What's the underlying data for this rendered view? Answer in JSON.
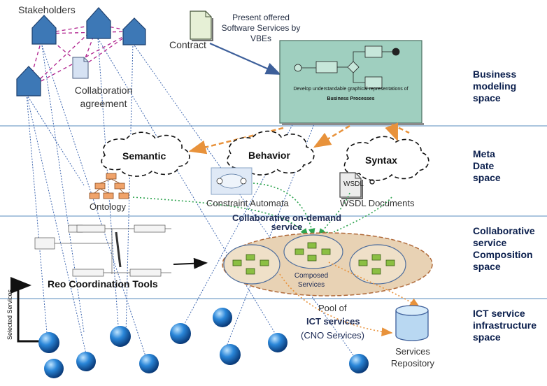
{
  "layers": {
    "business": "Business modeling space",
    "meta": "Meta Date space",
    "composition": "Collaborative service Composition space",
    "ict": "ICT service infrastructure space"
  },
  "labels": {
    "stakeholders": "Stakeholders",
    "contract": "Contract",
    "collaboration_agreement": "Collaboration agreement",
    "present_offered": "Present offered Software Services by VBEs",
    "bp_caption_line1": "Develop understandable graphical representations of",
    "bp_caption_line2": "Business Processes",
    "semantic": "Semantic",
    "behavior": "Behavior",
    "syntax": "Syntax",
    "ontology": "Ontology",
    "constraint_automata": "Constraint Automata",
    "wsdl_documents": "WSDL Documents",
    "wsdl_icon": "WSDL",
    "collab_on_demand": "Collaborative on-demand service",
    "composed_services": "Composed Services",
    "reo_tools": "Reo Coordination Tools",
    "selected_services": "Selected Services",
    "pool_of": "Pool of",
    "ict_services": "ICT services",
    "cno_services": "(CNO Services)",
    "services_repository": "Services Repository"
  },
  "colors": {
    "house": "#3d78b6",
    "divider": "#8fb2d4",
    "bp_bg": "#9fcfbf",
    "orange_arrow": "#e8923b",
    "green_dots": "#2ea44f",
    "ellipse_fill": "#e8d2b4",
    "repository": "#b9d8f2",
    "sphere": "#1d6fc2"
  },
  "icons": [
    "house-icon",
    "document-icon",
    "cloud-icon",
    "database-icon",
    "sphere-icon",
    "wsdl-file-icon"
  ]
}
